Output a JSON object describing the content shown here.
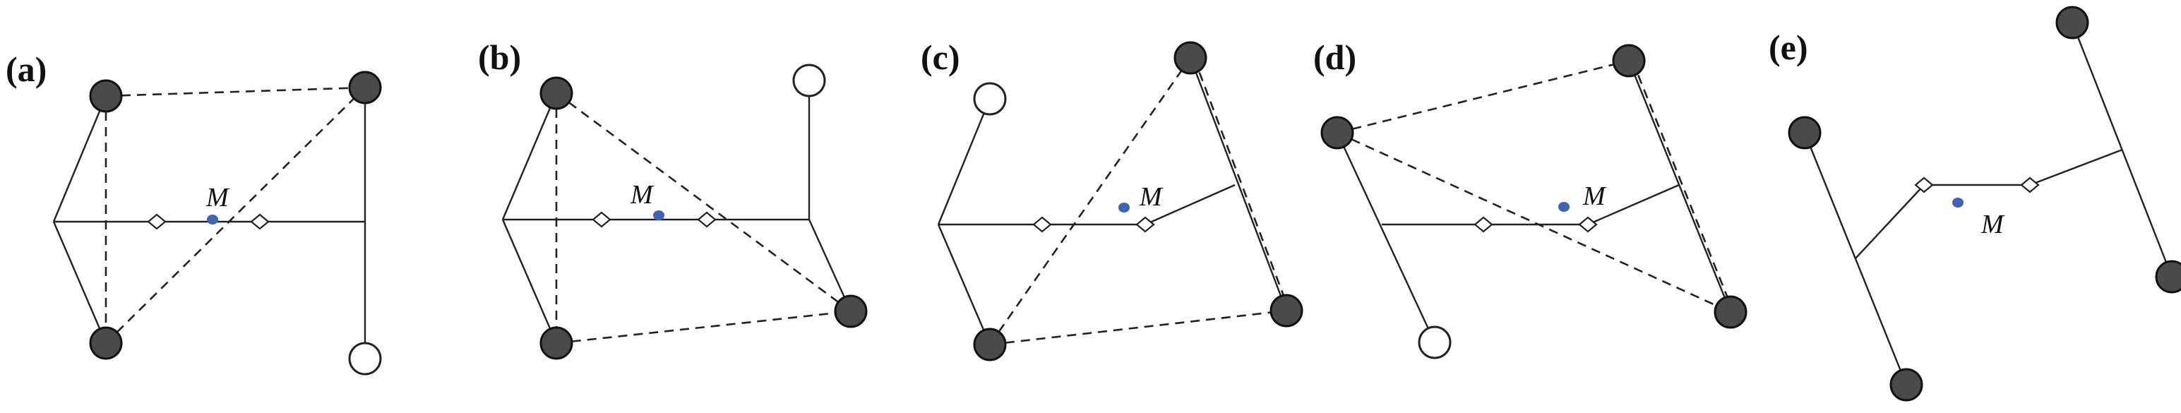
{
  "panels": [
    {
      "label": "(a)",
      "point_label": "M"
    },
    {
      "label": "(b)",
      "point_label": "M"
    },
    {
      "label": "(c)",
      "point_label": "M"
    },
    {
      "label": "(d)",
      "point_label": "M"
    },
    {
      "label": "(e)",
      "point_label": "M"
    }
  ],
  "colors": {
    "filled_node": "#4a4a4a",
    "open_node": "#ffffff",
    "point_M": "#3f63b5",
    "lines": "#222222"
  }
}
